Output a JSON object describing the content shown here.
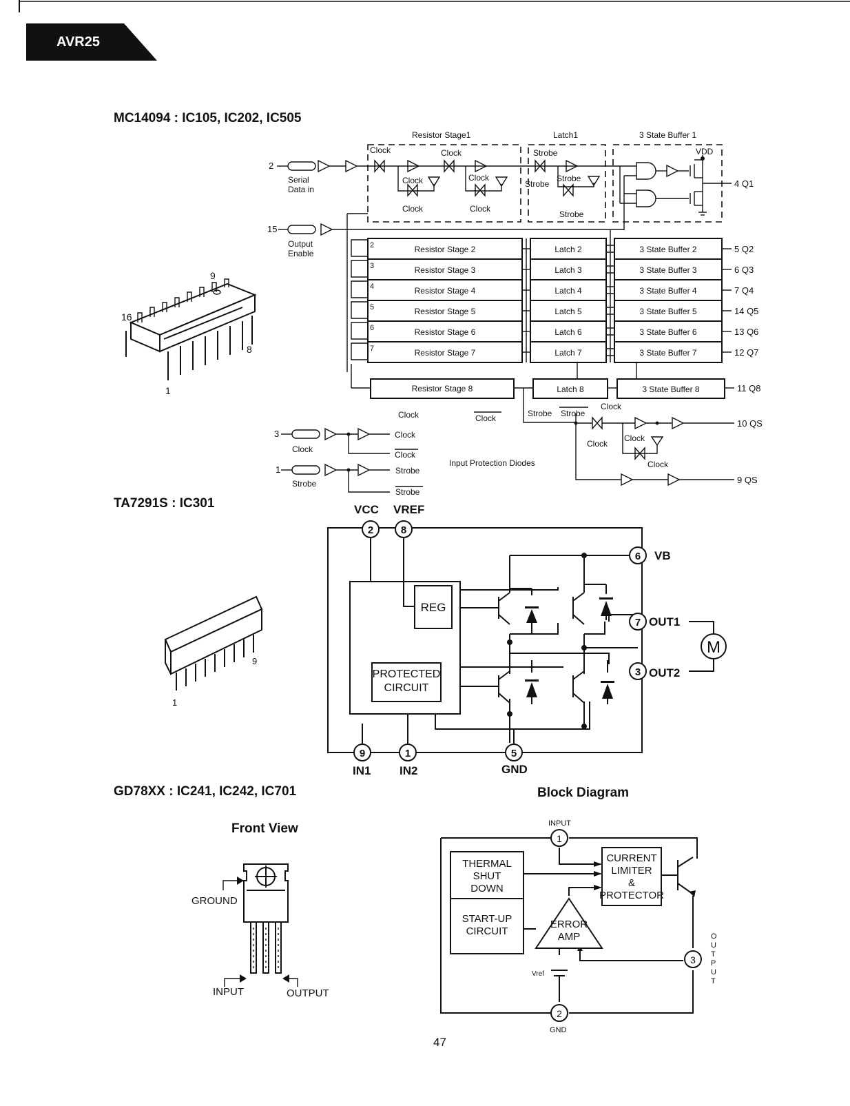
{
  "header": {
    "tab": "AVR25"
  },
  "page_number": "47",
  "mc14094": {
    "title": "MC14094 : IC105, IC202, IC505",
    "pin_labels": {
      "top": "9",
      "left": "16",
      "right": "8",
      "bottom": "1"
    },
    "stage1": {
      "header": "Resistor Stage1",
      "clock": "Clock"
    },
    "latch1": {
      "header": "Latch1",
      "strobe": "Strobe"
    },
    "buffer1": {
      "header": "3 State Buffer 1",
      "vdd": "VDD"
    },
    "serial_in": {
      "pin": "2",
      "label1": "Serial",
      "label2": "Data in"
    },
    "output_enable": {
      "pin": "15",
      "label1": "Output",
      "label2": "Enable"
    },
    "q1": "4 Q1",
    "rows": [
      {
        "n": "2",
        "rs": "Resistor Stage 2",
        "latch": "Latch 2",
        "buf": "3 State Buffer 2",
        "out": "5 Q2"
      },
      {
        "n": "3",
        "rs": "Resistor Stage 3",
        "latch": "Latch 3",
        "buf": "3 State Buffer 3",
        "out": "6 Q3"
      },
      {
        "n": "4",
        "rs": "Resistor Stage 4",
        "latch": "Latch 4",
        "buf": "3 State Buffer 4",
        "out": "7 Q4"
      },
      {
        "n": "5",
        "rs": "Resistor Stage 5",
        "latch": "Latch 5",
        "buf": "3 State Buffer 5",
        "out": "14 Q5"
      },
      {
        "n": "6",
        "rs": "Resistor Stage 6",
        "latch": "Latch 6",
        "buf": "3 State Buffer 6",
        "out": "13 Q6"
      },
      {
        "n": "7",
        "rs": "Resistor Stage 7",
        "latch": "Latch 7",
        "buf": "3 State Buffer 7",
        "out": "12 Q7"
      }
    ],
    "row8": {
      "rs": "Resistor Stage 8",
      "latch": "Latch 8",
      "buf": "3 State Buffer 8",
      "out": "11 Q8"
    },
    "clock": "Clock",
    "strobe": "Strobe",
    "qs10": "10 QS",
    "qs9": "9 QS",
    "clock_pin": "3",
    "strobe_pin": "1",
    "input_protection": "Input Protection Diodes"
  },
  "ta7291s": {
    "title": "TA7291S : IC301",
    "chip_pins": {
      "right": "9",
      "left": "1"
    },
    "vcc": "VCC",
    "vref": "VREF",
    "vb": "VB",
    "out1": "OUT1",
    "out2": "OUT2",
    "in1": "IN1",
    "in2": "IN2",
    "gnd": "GND",
    "pins": {
      "vcc": "2",
      "vref": "8",
      "vb": "6",
      "out1": "7",
      "out2": "3",
      "in1": "9",
      "in2": "1",
      "gnd": "5"
    },
    "reg": "REG",
    "protected1": "PROTECTED",
    "protected2": "CIRCUIT",
    "motor": "M"
  },
  "gd78xx": {
    "title": "GD78XX : IC241, IC242, IC701",
    "front_view": "Front View",
    "ground": "GROUND",
    "input": "INPUT",
    "output": "OUTPUT"
  },
  "block_diagram": {
    "title": "Block Diagram",
    "input": "INPUT",
    "gnd": "GND",
    "pin_in": "1",
    "pin_gnd": "2",
    "pin_out": "3",
    "thermal1": "THERMAL",
    "thermal2": "SHUT",
    "thermal3": "DOWN",
    "startup1": "START-UP",
    "startup2": "CIRCUIT",
    "current1": "CURRENT",
    "current2": "LIMITER",
    "current3": "&",
    "current4": "PROTECTOR",
    "error1": "ERROR",
    "error2": "AMP",
    "vref": "Vref",
    "output_vertical": [
      "O",
      "U",
      "T",
      "P",
      "U",
      "T"
    ]
  }
}
